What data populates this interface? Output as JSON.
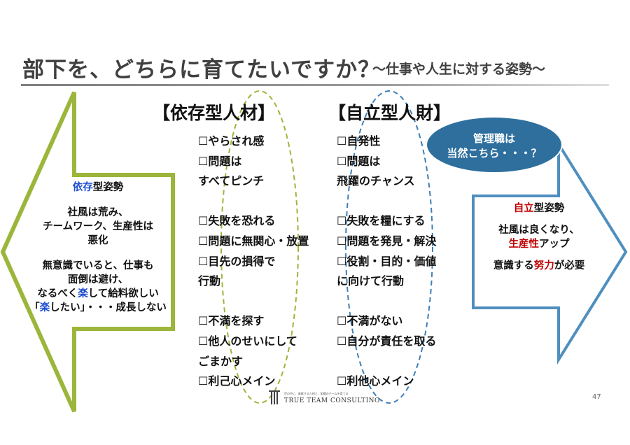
{
  "title": "部下を、どちらに育てたいですか？",
  "subtitle": "～仕事や人生に対する姿勢～",
  "dependent": {
    "header": "【依存型人材】",
    "items": [
      "☐やらされ感",
      "☐問題は",
      "すべてピンチ",
      "",
      "☐失敗を恐れる",
      "☐問題に無関心・放置",
      "☐目先の損得で",
      "行動",
      "",
      "☐不満を探す",
      "☐他人のせいにして",
      "ごまかす",
      "☐利己心メイン"
    ]
  },
  "independent": {
    "header": "【自立型人財】",
    "items": [
      "☐自発性",
      "☐問題は",
      "飛躍のチャンス",
      "",
      "☐失敗を糧にする",
      "☐問題を発見・解決",
      "☐役割・目的・価値",
      "に向けて行動",
      "",
      "☐不満がない",
      "☐自分が責任を取る",
      "",
      "☐利他心メイン"
    ]
  },
  "left_arrow": {
    "heading_highlight": "依存",
    "heading_rest": "型姿勢",
    "line1": "社風は荒み、",
    "line2": "チームワーク、生産性は",
    "line3": "悪化",
    "line4": "無意識でいると、仕事も",
    "line5": "面倒は避け、",
    "line6_pre": "なるべく",
    "line6_hl": "楽",
    "line6_post": "して給料欲しい",
    "line7_pre": "「",
    "line7_hl": "楽",
    "line7_post": "したい」・・・成長しない"
  },
  "right_arrow": {
    "heading_highlight": "自立",
    "heading_rest": "型姿勢",
    "line1": "社風は良くなり、",
    "line2_hl": "生産性",
    "line2_post": "アップ",
    "line3_pre": "意識する",
    "line3_hl": "努力",
    "line3_post": "が必要"
  },
  "bubble": {
    "line1": "管理職は",
    "line2": "当然こちら・・・？"
  },
  "logo": {
    "name": "TRUE TEAM CONSULTING",
    "tagline": "世の中に、貢献する人材と、組織のチームを育てる"
  },
  "page_number": "47",
  "colors": {
    "left_arrow": "#9bb63a",
    "right_arrow": "#4f8fbf",
    "dependent_ellipse": "#9bb63a",
    "independent_ellipse": "#3f7fb8",
    "bubble": "#2e6f9e",
    "highlight_blue": "#1f4fd1",
    "highlight_red": "#c00000"
  }
}
